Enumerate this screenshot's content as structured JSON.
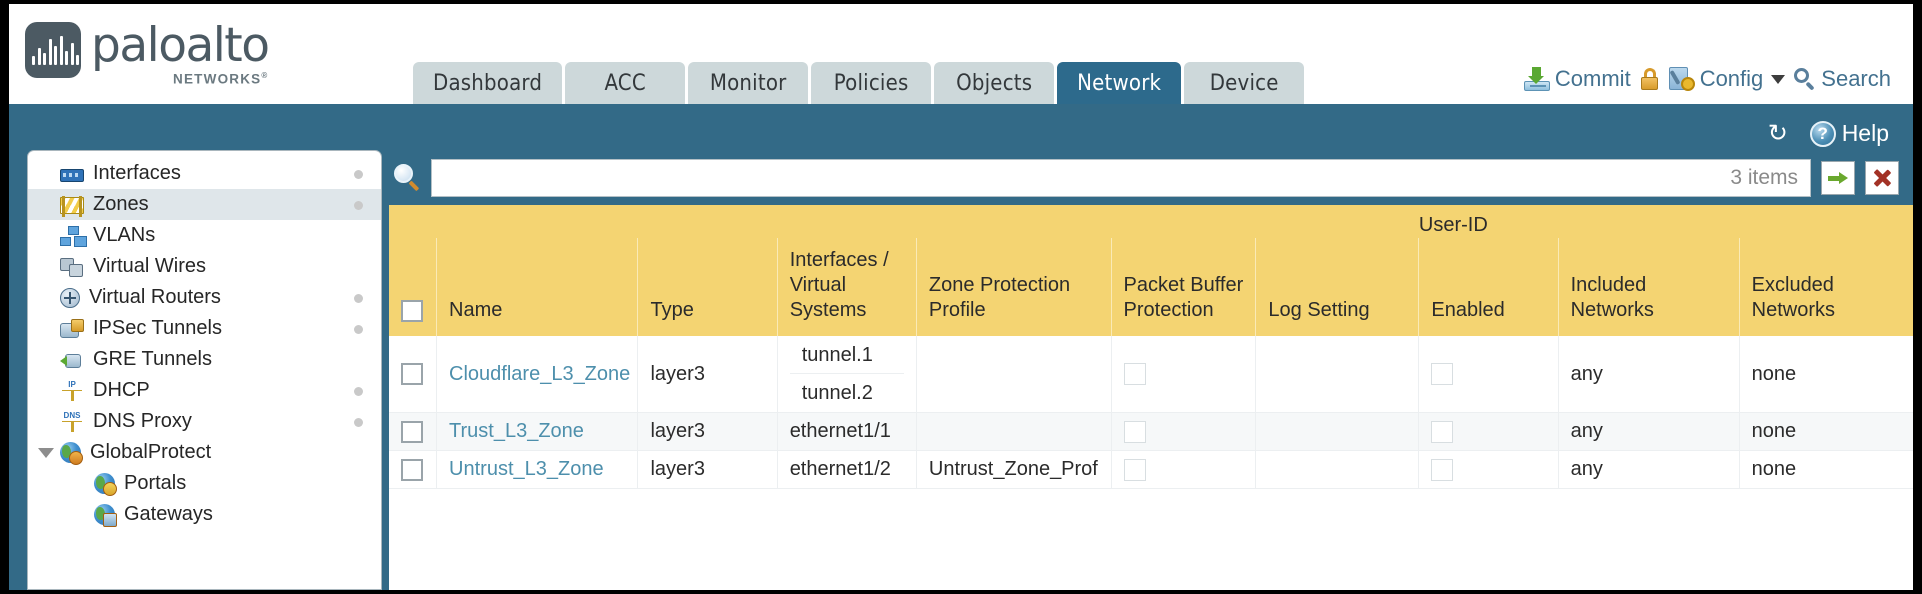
{
  "brand": {
    "name": "paloalto",
    "tagline": "NETWORKS",
    "registered": "®"
  },
  "tabs": [
    {
      "label": "Dashboard",
      "active": false
    },
    {
      "label": "ACC",
      "active": false
    },
    {
      "label": "Monitor",
      "active": false
    },
    {
      "label": "Policies",
      "active": false
    },
    {
      "label": "Objects",
      "active": false
    },
    {
      "label": "Network",
      "active": true
    },
    {
      "label": "Device",
      "active": false
    }
  ],
  "top_actions": {
    "commit": "Commit",
    "lock_icon": "padlock-icon",
    "config": "Config",
    "search": "Search"
  },
  "blue_bar": {
    "refresh_icon": "refresh-icon",
    "help": "Help"
  },
  "sidebar": {
    "items": [
      {
        "label": "Interfaces",
        "icon": "interfaces-icon",
        "selected": false,
        "dot": true,
        "child": false,
        "expander": false
      },
      {
        "label": "Zones",
        "icon": "zones-icon",
        "selected": true,
        "dot": true,
        "child": false,
        "expander": false
      },
      {
        "label": "VLANs",
        "icon": "vlans-icon",
        "selected": false,
        "dot": false,
        "child": false,
        "expander": false
      },
      {
        "label": "Virtual Wires",
        "icon": "virtual-wires-icon",
        "selected": false,
        "dot": false,
        "child": false,
        "expander": false
      },
      {
        "label": "Virtual Routers",
        "icon": "virtual-router-icon",
        "selected": false,
        "dot": true,
        "child": false,
        "expander": false
      },
      {
        "label": "IPSec Tunnels",
        "icon": "ipsec-tunnel-icon",
        "selected": false,
        "dot": true,
        "child": false,
        "expander": false
      },
      {
        "label": "GRE Tunnels",
        "icon": "gre-tunnel-icon",
        "selected": false,
        "dot": false,
        "child": false,
        "expander": false
      },
      {
        "label": "DHCP",
        "icon": "dhcp-icon",
        "selected": false,
        "dot": true,
        "child": false,
        "expander": false
      },
      {
        "label": "DNS Proxy",
        "icon": "dns-proxy-icon",
        "selected": false,
        "dot": true,
        "child": false,
        "expander": false
      },
      {
        "label": "GlobalProtect",
        "icon": "globalprotect-icon",
        "selected": false,
        "dot": false,
        "child": false,
        "expander": true
      },
      {
        "label": "Portals",
        "icon": "portals-icon",
        "selected": false,
        "dot": false,
        "child": true,
        "expander": false
      },
      {
        "label": "Gateways",
        "icon": "gateways-icon",
        "selected": false,
        "dot": false,
        "child": true,
        "expander": false
      }
    ]
  },
  "search": {
    "value": "",
    "placeholder": "",
    "items_count": "3 items",
    "apply_icon": "green-arrow-icon",
    "clear_icon": "red-x-icon"
  },
  "table": {
    "group_header": "User-ID",
    "columns": [
      "Name",
      "Type",
      "Interfaces / Virtual Systems",
      "Zone Protection Profile",
      "Packet Buffer Protection",
      "Log Setting",
      "Enabled",
      "Included Networks",
      "Excluded Networks"
    ],
    "rows": [
      {
        "name": "Cloudflare_L3_Zone",
        "type": "layer3",
        "interfaces": [
          "tunnel.1",
          "tunnel.2"
        ],
        "zone_protection_profile": "",
        "packet_buffer_protection": false,
        "log_setting": "",
        "userid_enabled": false,
        "included_networks": "any",
        "excluded_networks": "none"
      },
      {
        "name": "Trust_L3_Zone",
        "type": "layer3",
        "interfaces": [
          "ethernet1/1"
        ],
        "zone_protection_profile": "",
        "packet_buffer_protection": false,
        "log_setting": "",
        "userid_enabled": false,
        "included_networks": "any",
        "excluded_networks": "none"
      },
      {
        "name": "Untrust_L3_Zone",
        "type": "layer3",
        "interfaces": [
          "ethernet1/2"
        ],
        "zone_protection_profile": "Untrust_Zone_Prof",
        "packet_buffer_protection": false,
        "log_setting": "",
        "userid_enabled": false,
        "included_networks": "any",
        "excluded_networks": "none"
      }
    ]
  },
  "colors": {
    "body_blue": "#336a87",
    "tab_active": "#2d6a8c",
    "tab_inactive": "#cdd8da",
    "header_gold": "#f4d472",
    "group_gold": "#dfb44a",
    "link": "#4d8fac"
  }
}
